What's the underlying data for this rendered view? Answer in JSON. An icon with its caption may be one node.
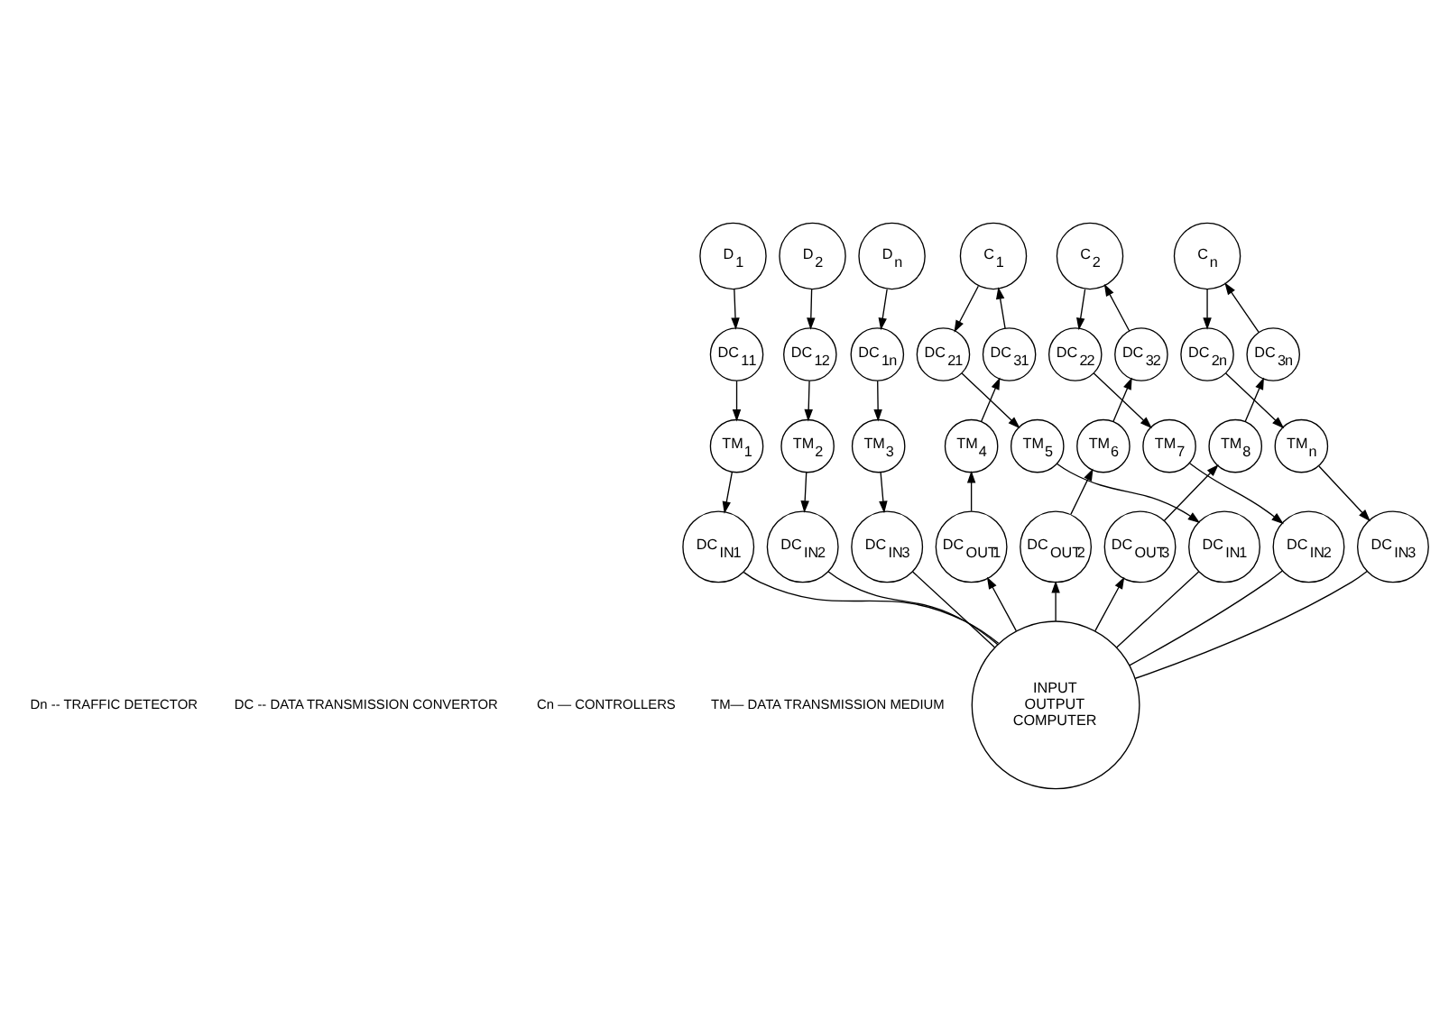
{
  "diagram": {
    "nodes": [
      {
        "text": [
          "D$_{1}$"
        ]
      },
      {
        "text": [
          "D$_{2}$"
        ]
      },
      {
        "text": [
          "D$_{n}$"
        ]
      },
      {
        "text": [
          "C$_{1}$"
        ]
      },
      {
        "text": [
          "C$_{2}$"
        ]
      },
      {
        "text": [
          "C$_{n}$"
        ]
      },
      {
        "text": [
          "DC$_{1}$$_{1}$"
        ]
      },
      {
        "text": [
          "DC$_{1}$$_{2}$"
        ]
      },
      {
        "text": [
          "DC$_{1}$$_{n}$"
        ]
      },
      {
        "text": [
          "DC$_{2}$$_{1}$"
        ]
      },
      {
        "text": [
          "DC$_{3}$$_{1}$"
        ]
      },
      {
        "text": [
          "DC$_{2}$$_{2}$"
        ]
      },
      {
        "text": [
          "DC$_{3}$$_{2}$"
        ]
      },
      {
        "text": [
          "DC$_{2}$$_{n}$"
        ]
      },
      {
        "text": [
          "DC$_{3}$$_{n}$"
        ]
      },
      {
        "text": [
          "TM$_{1}$"
        ]
      },
      {
        "text": [
          "TM$_{2}$"
        ]
      },
      {
        "text": [
          "TM$_{3}$"
        ]
      },
      {
        "text": [
          "TM$_{4}$"
        ]
      },
      {
        "text": [
          "TM$_{5}$"
        ]
      },
      {
        "text": [
          "TM$_{6}$"
        ]
      },
      {
        "text": [
          "TM$_{7}$"
        ]
      },
      {
        "text": [
          "TM$_{8}$"
        ]
      },
      {
        "text": [
          "TM$_{n}$"
        ]
      },
      {
        "text": [
          "DC$_{IN}$$_{1}$"
        ]
      },
      {
        "text": [
          "DC$_{IN}$$_{2}$"
        ]
      },
      {
        "text": [
          "DC$_{IN}$$_{3}$"
        ]
      },
      {
        "text": [
          "DC$_{OUT}$$_{1}$"
        ]
      },
      {
        "text": [
          "DC$_{OUT}$$_{2}$"
        ]
      },
      {
        "text": [
          "DC$_{OUT}$$_{3}$"
        ]
      },
      {
        "text": [
          "DC$_{IN}$$_{1}$"
        ]
      },
      {
        "text": [
          "DC$_{IN}$$_{2}$"
        ]
      },
      {
        "text": [
          "DC$_{IN}$$_{3}$"
        ]
      },
      {
        "text": [
          "INPUT",
          "OUTPUT",
          "COMPUTER"
        ]
      }
    ],
    "edges": [
      {
        "from": 0,
        "to": 6,
        "arrow": "to"
      },
      {
        "from": 1,
        "to": 7,
        "arrow": "to"
      },
      {
        "from": 2,
        "to": 8,
        "arrow": "to"
      },
      {
        "from": 6,
        "to": 15,
        "arrow": "to"
      },
      {
        "from": 7,
        "to": 16,
        "arrow": "to"
      },
      {
        "from": 8,
        "to": 17,
        "arrow": "to"
      },
      {
        "from": 15,
        "to": 24,
        "arrow": "to"
      },
      {
        "from": 16,
        "to": 25,
        "arrow": "to"
      },
      {
        "from": 17,
        "to": 26,
        "arrow": "to"
      },
      {
        "from": 24,
        "to": 33,
        "arrow": "none"
      },
      {
        "from": 25,
        "to": 33,
        "arrow": "none"
      },
      {
        "from": 26,
        "to": 33,
        "arrow": "none"
      },
      {
        "from": 3,
        "to": 9,
        "arrow": "to"
      },
      {
        "from": 10,
        "to": 3,
        "arrow": "to"
      },
      {
        "from": 4,
        "to": 11,
        "arrow": "to"
      },
      {
        "from": 12,
        "to": 4,
        "arrow": "to"
      },
      {
        "from": 5,
        "to": 13,
        "arrow": "to"
      },
      {
        "from": 14,
        "to": 5,
        "arrow": "to"
      },
      {
        "from": 9,
        "to": 19,
        "arrow": "to"
      },
      {
        "from": 18,
        "to": 10,
        "arrow": "to"
      },
      {
        "from": 11,
        "to": 21,
        "arrow": "to"
      },
      {
        "from": 20,
        "to": 12,
        "arrow": "to"
      },
      {
        "from": 13,
        "to": 23,
        "arrow": "to"
      },
      {
        "from": 22,
        "to": 14,
        "arrow": "to"
      },
      {
        "from": 27,
        "to": 18,
        "arrow": "to"
      },
      {
        "from": 28,
        "to": 20,
        "arrow": "to"
      },
      {
        "from": 29,
        "to": 22,
        "arrow": "to"
      },
      {
        "from": 19,
        "to": 30,
        "arrow": "to"
      },
      {
        "from": 21,
        "to": 31,
        "arrow": "to"
      },
      {
        "from": 23,
        "to": 32,
        "arrow": "to"
      },
      {
        "from": 33,
        "to": 27,
        "arrow": "to"
      },
      {
        "from": 33,
        "to": 28,
        "arrow": "to"
      },
      {
        "from": 33,
        "to": 29,
        "arrow": "to"
      },
      {
        "from": 30,
        "to": 33,
        "arrow": "none"
      },
      {
        "from": 31,
        "to": 33,
        "arrow": "none"
      },
      {
        "from": 32,
        "to": 33,
        "arrow": "none"
      }
    ],
    "labels": [
      "Dn -- TRAFFIC DETECTOR",
      "DC -- DATA TRANSMISSION CONVERTOR",
      "Cn — CONTROLLERS",
      "TM— DATA TRANSMISSION MEDIUM"
    ]
  }
}
